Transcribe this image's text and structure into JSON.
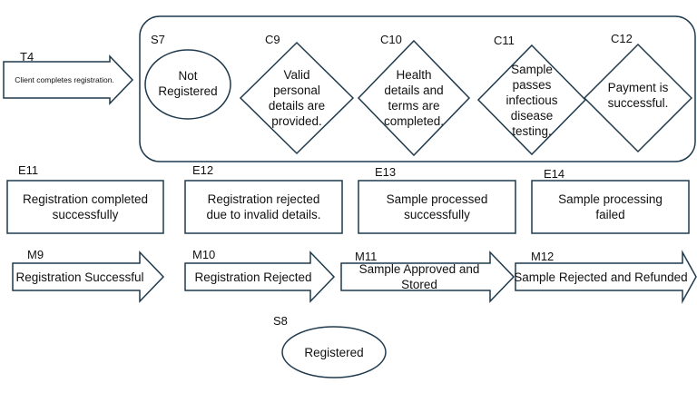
{
  "trigger": {
    "id": "T4",
    "text": "Client completes registration."
  },
  "initial_state": {
    "id": "S7",
    "text": "Not\nRegistered"
  },
  "conditions": [
    {
      "id": "C9",
      "text": "Valid\npersonal\ndetails are\nprovided."
    },
    {
      "id": "C10",
      "text": "Health\ndetails and\nterms are\ncompleted."
    },
    {
      "id": "C11",
      "text": "Sample\npasses\ninfectious\ndisease\ntesting."
    },
    {
      "id": "C12",
      "text": "Payment is\nsuccessful."
    }
  ],
  "events": [
    {
      "id": "E11",
      "text": "Registration completed\nsuccessfully"
    },
    {
      "id": "E12",
      "text": "Registration rejected\ndue to invalid details."
    },
    {
      "id": "E13",
      "text": "Sample processed\nsuccessfully"
    },
    {
      "id": "E14",
      "text": "Sample processing\nfailed"
    }
  ],
  "messages": [
    {
      "id": "M9",
      "text": "Registration Successful"
    },
    {
      "id": "M10",
      "text": "Registration Rejected"
    },
    {
      "id": "M11",
      "text": "Sample Approved and Stored"
    },
    {
      "id": "M12",
      "text": "Sample Rejected and Refunded"
    }
  ],
  "final_state": {
    "id": "S8",
    "text": "Registered"
  },
  "colors": {
    "stroke": "#1f3a4d",
    "text": "#111111",
    "background": "#ffffff"
  }
}
